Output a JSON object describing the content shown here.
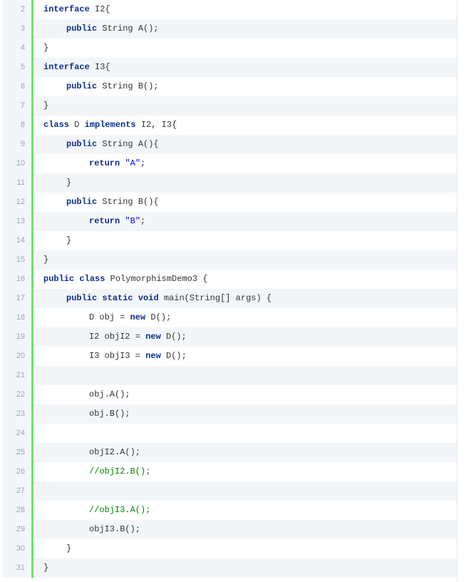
{
  "editor": {
    "language": "java",
    "colors": {
      "keyword": "#0b2e8f",
      "string": "#0000ff",
      "comment": "#008200",
      "gutter_border": "#6ce26c"
    },
    "lines": [
      {
        "n": "2",
        "indent": 0,
        "tokens": [
          [
            "k",
            "interface"
          ],
          [
            "t",
            " I2{"
          ]
        ]
      },
      {
        "n": "3",
        "indent": 1,
        "tokens": [
          [
            "k",
            "public"
          ],
          [
            "t",
            " String A();"
          ]
        ]
      },
      {
        "n": "4",
        "indent": 0,
        "tokens": [
          [
            "t",
            "}"
          ]
        ]
      },
      {
        "n": "5",
        "indent": 0,
        "tokens": [
          [
            "k",
            "interface"
          ],
          [
            "t",
            " I3{"
          ]
        ]
      },
      {
        "n": "6",
        "indent": 1,
        "tokens": [
          [
            "k",
            "public"
          ],
          [
            "t",
            " String B();"
          ]
        ]
      },
      {
        "n": "7",
        "indent": 0,
        "tokens": [
          [
            "t",
            "}"
          ]
        ]
      },
      {
        "n": "8",
        "indent": 0,
        "tokens": [
          [
            "k",
            "class"
          ],
          [
            "t",
            " D "
          ],
          [
            "k",
            "implements"
          ],
          [
            "t",
            " I2, I3{"
          ]
        ]
      },
      {
        "n": "9",
        "indent": 1,
        "tokens": [
          [
            "k",
            "public"
          ],
          [
            "t",
            " String A(){"
          ]
        ]
      },
      {
        "n": "10",
        "indent": 2,
        "tokens": [
          [
            "k",
            "return"
          ],
          [
            "t",
            " "
          ],
          [
            "s",
            "\"A\""
          ],
          [
            "t",
            ";"
          ]
        ]
      },
      {
        "n": "11",
        "indent": 1,
        "tokens": [
          [
            "t",
            "}"
          ]
        ]
      },
      {
        "n": "12",
        "indent": 1,
        "tokens": [
          [
            "k",
            "public"
          ],
          [
            "t",
            " String B(){"
          ]
        ]
      },
      {
        "n": "13",
        "indent": 2,
        "tokens": [
          [
            "k",
            "return"
          ],
          [
            "t",
            " "
          ],
          [
            "s",
            "\"B\""
          ],
          [
            "t",
            ";"
          ]
        ]
      },
      {
        "n": "14",
        "indent": 1,
        "tokens": [
          [
            "t",
            "}"
          ]
        ]
      },
      {
        "n": "15",
        "indent": 0,
        "tokens": [
          [
            "t",
            "}"
          ]
        ]
      },
      {
        "n": "16",
        "indent": 0,
        "tokens": [
          [
            "k",
            "public"
          ],
          [
            "t",
            " "
          ],
          [
            "k",
            "class"
          ],
          [
            "t",
            " PolymorphismDemo3 {"
          ]
        ]
      },
      {
        "n": "17",
        "indent": 1,
        "tokens": [
          [
            "k",
            "public"
          ],
          [
            "t",
            " "
          ],
          [
            "k",
            "static"
          ],
          [
            "t",
            " "
          ],
          [
            "k",
            "void"
          ],
          [
            "t",
            " main(String[] args) {"
          ]
        ]
      },
      {
        "n": "18",
        "indent": 2,
        "tokens": [
          [
            "t",
            "D obj = "
          ],
          [
            "k",
            "new"
          ],
          [
            "t",
            " D();"
          ]
        ]
      },
      {
        "n": "19",
        "indent": 2,
        "tokens": [
          [
            "t",
            "I2 objI2 = "
          ],
          [
            "k",
            "new"
          ],
          [
            "t",
            " D();"
          ]
        ]
      },
      {
        "n": "20",
        "indent": 2,
        "tokens": [
          [
            "t",
            "I3 objI3 = "
          ],
          [
            "k",
            "new"
          ],
          [
            "t",
            " D();"
          ]
        ]
      },
      {
        "n": "21",
        "indent": 0,
        "tokens": []
      },
      {
        "n": "22",
        "indent": 2,
        "tokens": [
          [
            "t",
            "obj.A();"
          ]
        ]
      },
      {
        "n": "23",
        "indent": 2,
        "tokens": [
          [
            "t",
            "obj.B();"
          ]
        ]
      },
      {
        "n": "24",
        "indent": 0,
        "tokens": []
      },
      {
        "n": "25",
        "indent": 2,
        "tokens": [
          [
            "t",
            "objI2.A();"
          ]
        ]
      },
      {
        "n": "26",
        "indent": 2,
        "tokens": [
          [
            "c",
            "//objI2.B();"
          ]
        ]
      },
      {
        "n": "27",
        "indent": 0,
        "tokens": []
      },
      {
        "n": "28",
        "indent": 2,
        "tokens": [
          [
            "c",
            "//objI3.A();"
          ]
        ]
      },
      {
        "n": "29",
        "indent": 2,
        "tokens": [
          [
            "t",
            "objI3.B();"
          ]
        ]
      },
      {
        "n": "30",
        "indent": 1,
        "tokens": [
          [
            "t",
            "}"
          ]
        ]
      },
      {
        "n": "31",
        "indent": 0,
        "tokens": [
          [
            "t",
            "}"
          ]
        ]
      }
    ]
  }
}
